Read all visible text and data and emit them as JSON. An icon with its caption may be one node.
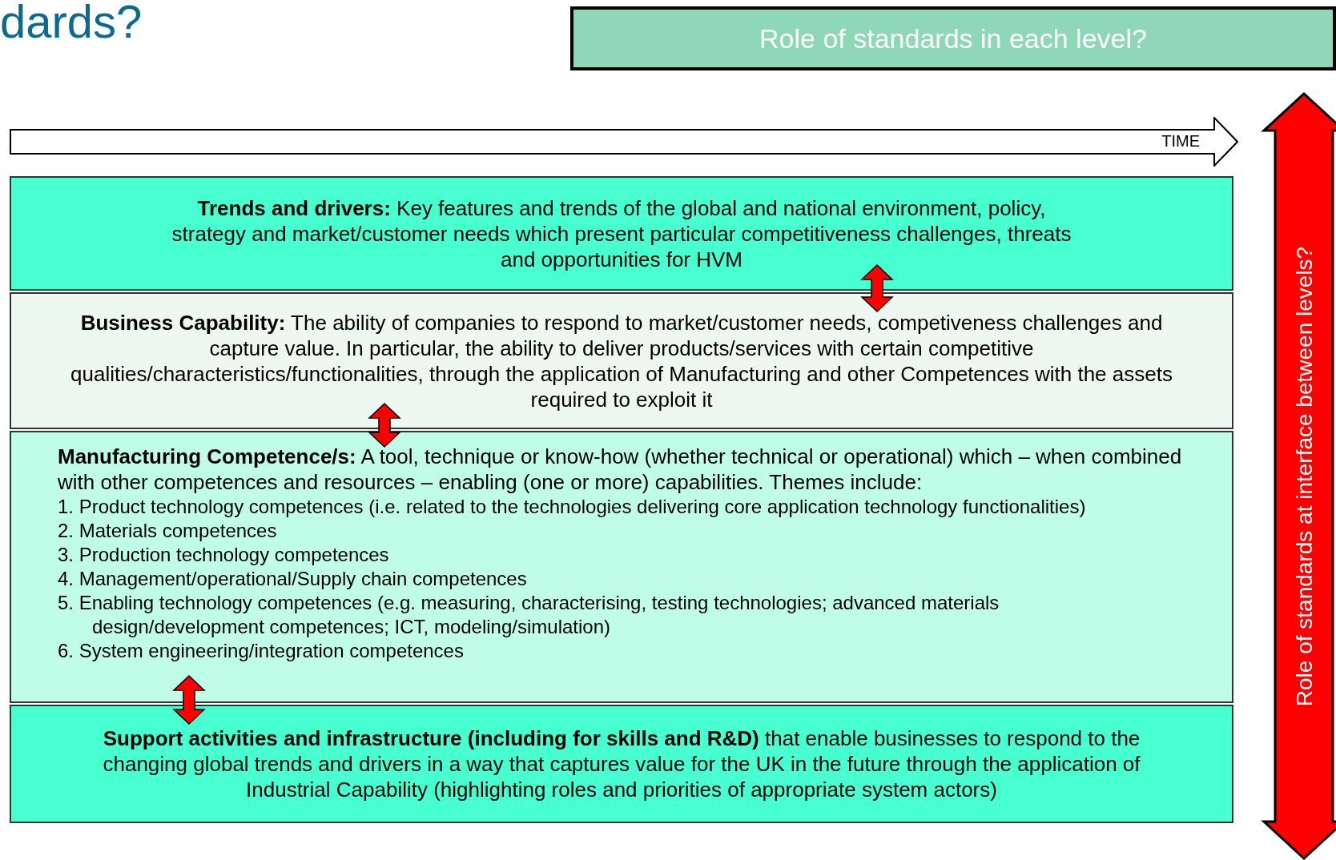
{
  "diagram": {
    "title": "dards?",
    "nodes": [
      {
        "text": [
          "Role of standards in each level?"
        ]
      },
      {
        "text": [
          "**Trends and drivers:** Key features and trends of the global and national environment, policy, strategy and market/customer needs which present particular competitiveness challenges, threats and opportunities for HVM"
        ]
      },
      {
        "text": [
          "**Business Capability:** The ability of companies to respond to market/customer needs, competiveness challenges and capture value. In particular, the ability to deliver products/services with certain competitive qualities/characteristics/functionalities, through the application of Manufacturing and other Competences with the assets required to exploit it"
        ]
      },
      {
        "text": [
          "**Manufacturing Competence/s:** A tool, technique or know-how (whether technical or operational) which – when combined with other competences and resources – enabling (one or more) capabilities. Themes include:",
          "1. Product technology competences (i.e. related to the technologies delivering core application technology functionalities)",
          "2. Materials competences",
          "3. Production technology competences",
          "4. Management/operational/Supply chain competences",
          "5. Enabling technology competences  (e.g. measuring, characterising, testing technologies; advanced materials design/development competences; ICT, modeling/simulation)",
          "6. System engineering/integration competences"
        ]
      },
      {
        "text": [
          "**Support activities and infrastructure (including for skills and R&D)** that enable businesses to respond to the changing global trends and drivers in a way that captures value for the UK in the future through the application of Industrial Capability (highlighting roles and priorities of appropriate system actors)"
        ]
      },
      {
        "text": [
          "Role of standards at interface between levels?"
        ]
      }
    ],
    "edges": [
      {
        "from": 1,
        "to": 2,
        "arrow": "both"
      },
      {
        "from": 2,
        "to": 3,
        "arrow": "both"
      },
      {
        "from": 3,
        "to": 4,
        "arrow": "both"
      }
    ],
    "labels": [
      "TIME"
    ]
  }
}
